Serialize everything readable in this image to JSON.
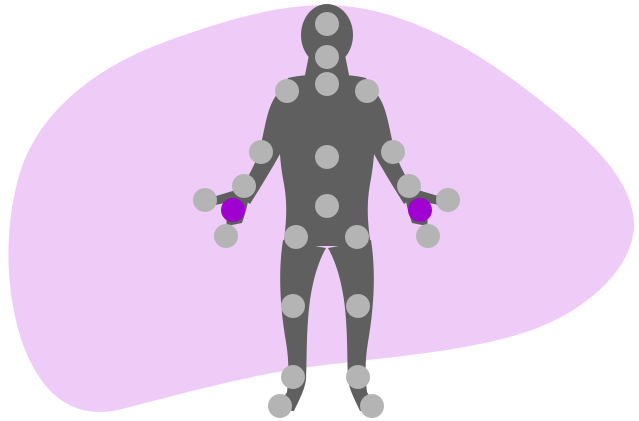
{
  "diagram": {
    "type": "body-keypoint-diagram",
    "colors": {
      "page_background": "#ffffff",
      "backdrop_blob": "#efccf7",
      "body_silhouette": "#5f5f5f",
      "inactive_keypoint": "#b4b4b4",
      "active_keypoint": "#a000d0"
    },
    "keypoints": [
      {
        "id": "head-top",
        "state": "inactive"
      },
      {
        "id": "neck",
        "state": "inactive"
      },
      {
        "id": "chest-upper",
        "state": "inactive"
      },
      {
        "id": "left-shoulder",
        "state": "inactive"
      },
      {
        "id": "right-shoulder",
        "state": "inactive"
      },
      {
        "id": "left-elbow",
        "state": "inactive"
      },
      {
        "id": "right-elbow",
        "state": "inactive"
      },
      {
        "id": "torso-center",
        "state": "inactive"
      },
      {
        "id": "left-wrist-upper",
        "state": "inactive"
      },
      {
        "id": "right-wrist-upper",
        "state": "inactive"
      },
      {
        "id": "left-thumb",
        "state": "inactive"
      },
      {
        "id": "right-thumb",
        "state": "inactive"
      },
      {
        "id": "left-wrist",
        "state": "active"
      },
      {
        "id": "right-wrist",
        "state": "active"
      },
      {
        "id": "left-finger",
        "state": "inactive"
      },
      {
        "id": "right-finger",
        "state": "inactive"
      },
      {
        "id": "pelvis",
        "state": "inactive"
      },
      {
        "id": "left-hip",
        "state": "inactive"
      },
      {
        "id": "right-hip",
        "state": "inactive"
      },
      {
        "id": "left-knee",
        "state": "inactive"
      },
      {
        "id": "right-knee",
        "state": "inactive"
      },
      {
        "id": "left-ankle",
        "state": "inactive"
      },
      {
        "id": "right-ankle",
        "state": "inactive"
      },
      {
        "id": "left-foot",
        "state": "inactive"
      },
      {
        "id": "right-foot",
        "state": "inactive"
      }
    ]
  }
}
